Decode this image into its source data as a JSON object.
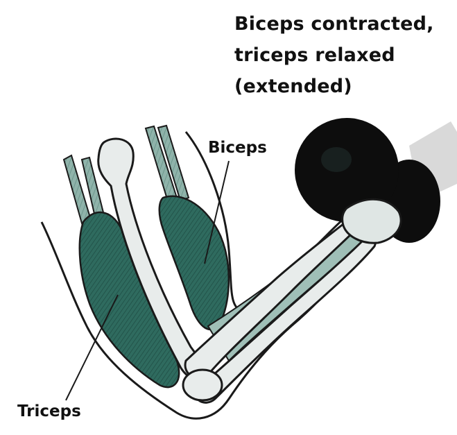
{
  "title": {
    "line1": "Biceps contracted,",
    "line2": "triceps relaxed",
    "line3": "(extended)"
  },
  "labels": {
    "biceps": "Biceps",
    "triceps": "Triceps"
  },
  "colors": {
    "muscle": "#2f6b5f",
    "muscle_dark": "#1f4f45",
    "bone": "#e8eceb",
    "outline": "#1a1a1a",
    "dumbbell": "#0d0d0d",
    "bar": "#d9d9d9"
  }
}
